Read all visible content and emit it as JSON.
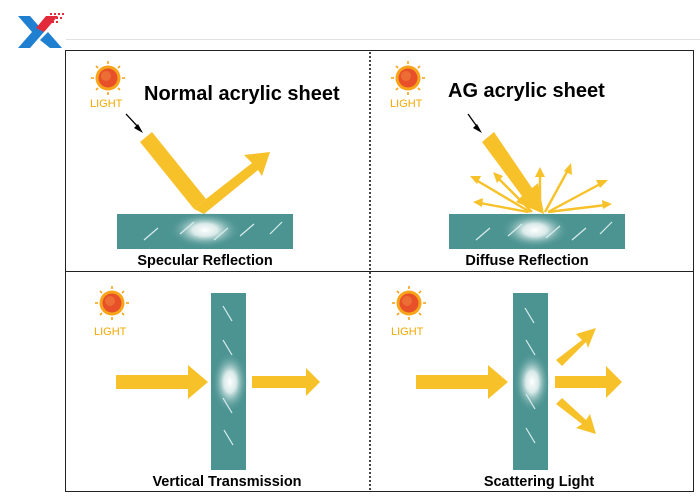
{
  "panels": {
    "normal": {
      "title": "Normal acrylic sheet",
      "light": "LIGHT",
      "caption": "Specular Reflection"
    },
    "ag": {
      "title": "AG acrylic sheet",
      "light": "LIGHT",
      "caption": "Diffuse Reflection"
    },
    "transmission": {
      "light": "LIGHT",
      "caption": "Vertical Transmission"
    },
    "scattering": {
      "light": "LIGHT",
      "caption": "Scattering Light"
    }
  },
  "colors": {
    "arrow": "#f7c12a",
    "sheet": "#4c9492",
    "sun_outer": "#f7a41b",
    "sun_inner": "#e8502a",
    "light_text": "#f2a900",
    "logo_blue": "#1f7fd0",
    "logo_red": "#e32a3a"
  },
  "icons": [
    "logo-icon",
    "sun-icon",
    "arrow-icon"
  ]
}
